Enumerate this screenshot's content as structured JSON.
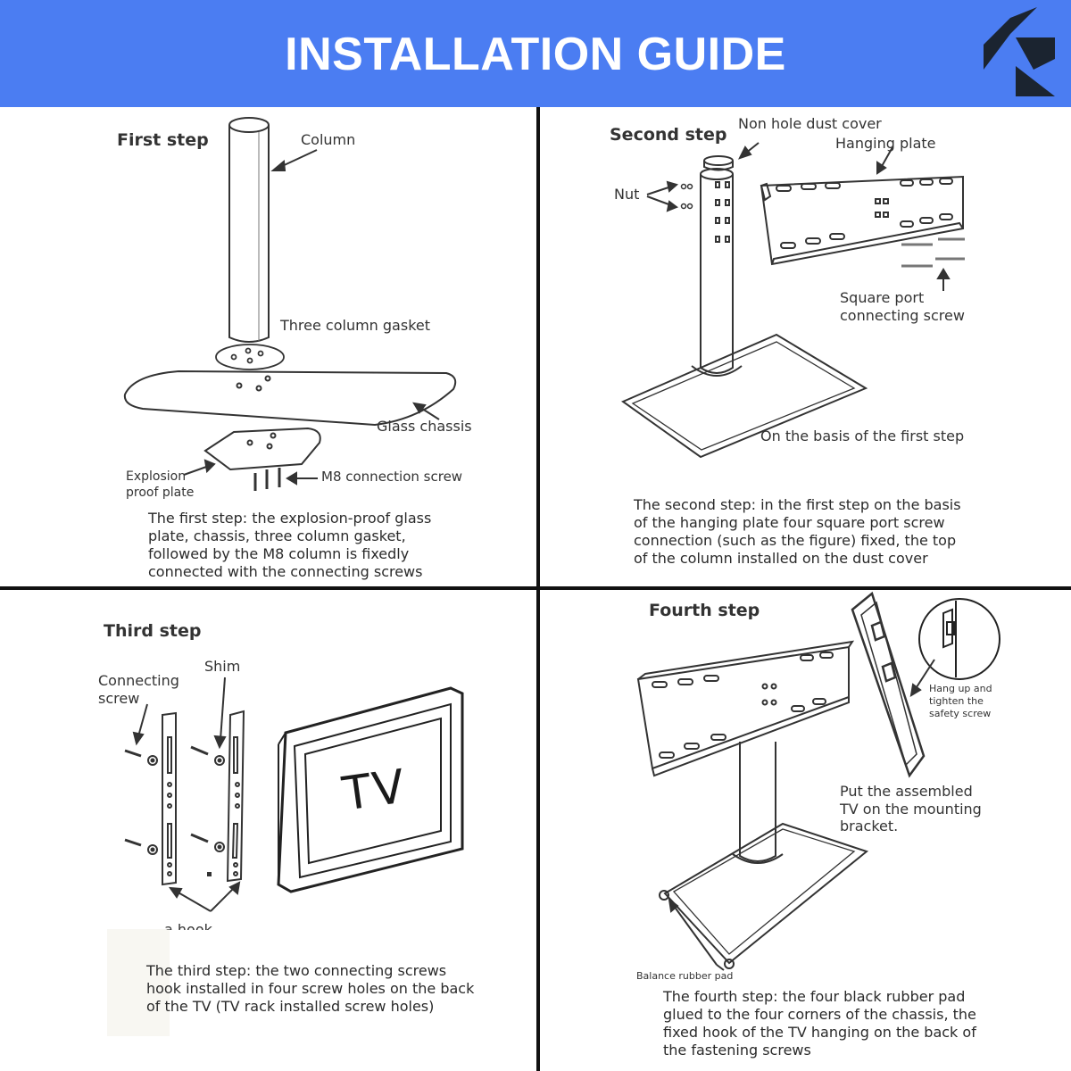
{
  "header": {
    "title": "INSTALLATION GUIDE",
    "brand_color": "#4b7df2",
    "logo_icon": "geometric-r-logo-icon"
  },
  "steps": [
    {
      "title": "First step",
      "labels": {
        "column": "Column",
        "gasket": "Three column gasket",
        "chassis": "Glass chassis",
        "plate_line1": "Explosion",
        "plate_line2": "proof plate",
        "screw": "M8 connection screw"
      },
      "description": "The first step: the explosion-proof glass plate, chassis, three column gasket, followed by the M8 column is fixedly connected with the connecting screws"
    },
    {
      "title": "Second step",
      "labels": {
        "dust_cover": "Non hole dust cover",
        "hanging_plate": "Hanging plate",
        "nut": "Nut",
        "square_line1": "Square port",
        "square_line2": "connecting screw",
        "basis": "On the basis of the first step"
      },
      "description": "The second step: in the first step on the basis of the hanging plate four square port screw connection (such as the figure) fixed, the top of the column installed on the dust cover"
    },
    {
      "title": "Third step",
      "labels": {
        "connecting_line1": "Connecting",
        "connecting_line2": "screw",
        "shim": "Shim",
        "tv": "TV",
        "hook": "a hook"
      },
      "description": "The third step: the two connecting screws hook installed in four screw holes on the back of the TV (TV rack installed screw holes)"
    },
    {
      "title": "Fourth step",
      "labels": {
        "hang_line1": "Hang up and",
        "hang_line2": "tighten the",
        "hang_line3": "safety screw",
        "put_line1": "Put the assembled",
        "put_line2": "TV on the mounting",
        "put_line3": "bracket.",
        "rubber": "Balance rubber pad"
      },
      "description": "The fourth step: the four black rubber pad glued to the four corners of the chassis, the fixed hook of the TV hanging on the back of the fastening screws"
    }
  ]
}
